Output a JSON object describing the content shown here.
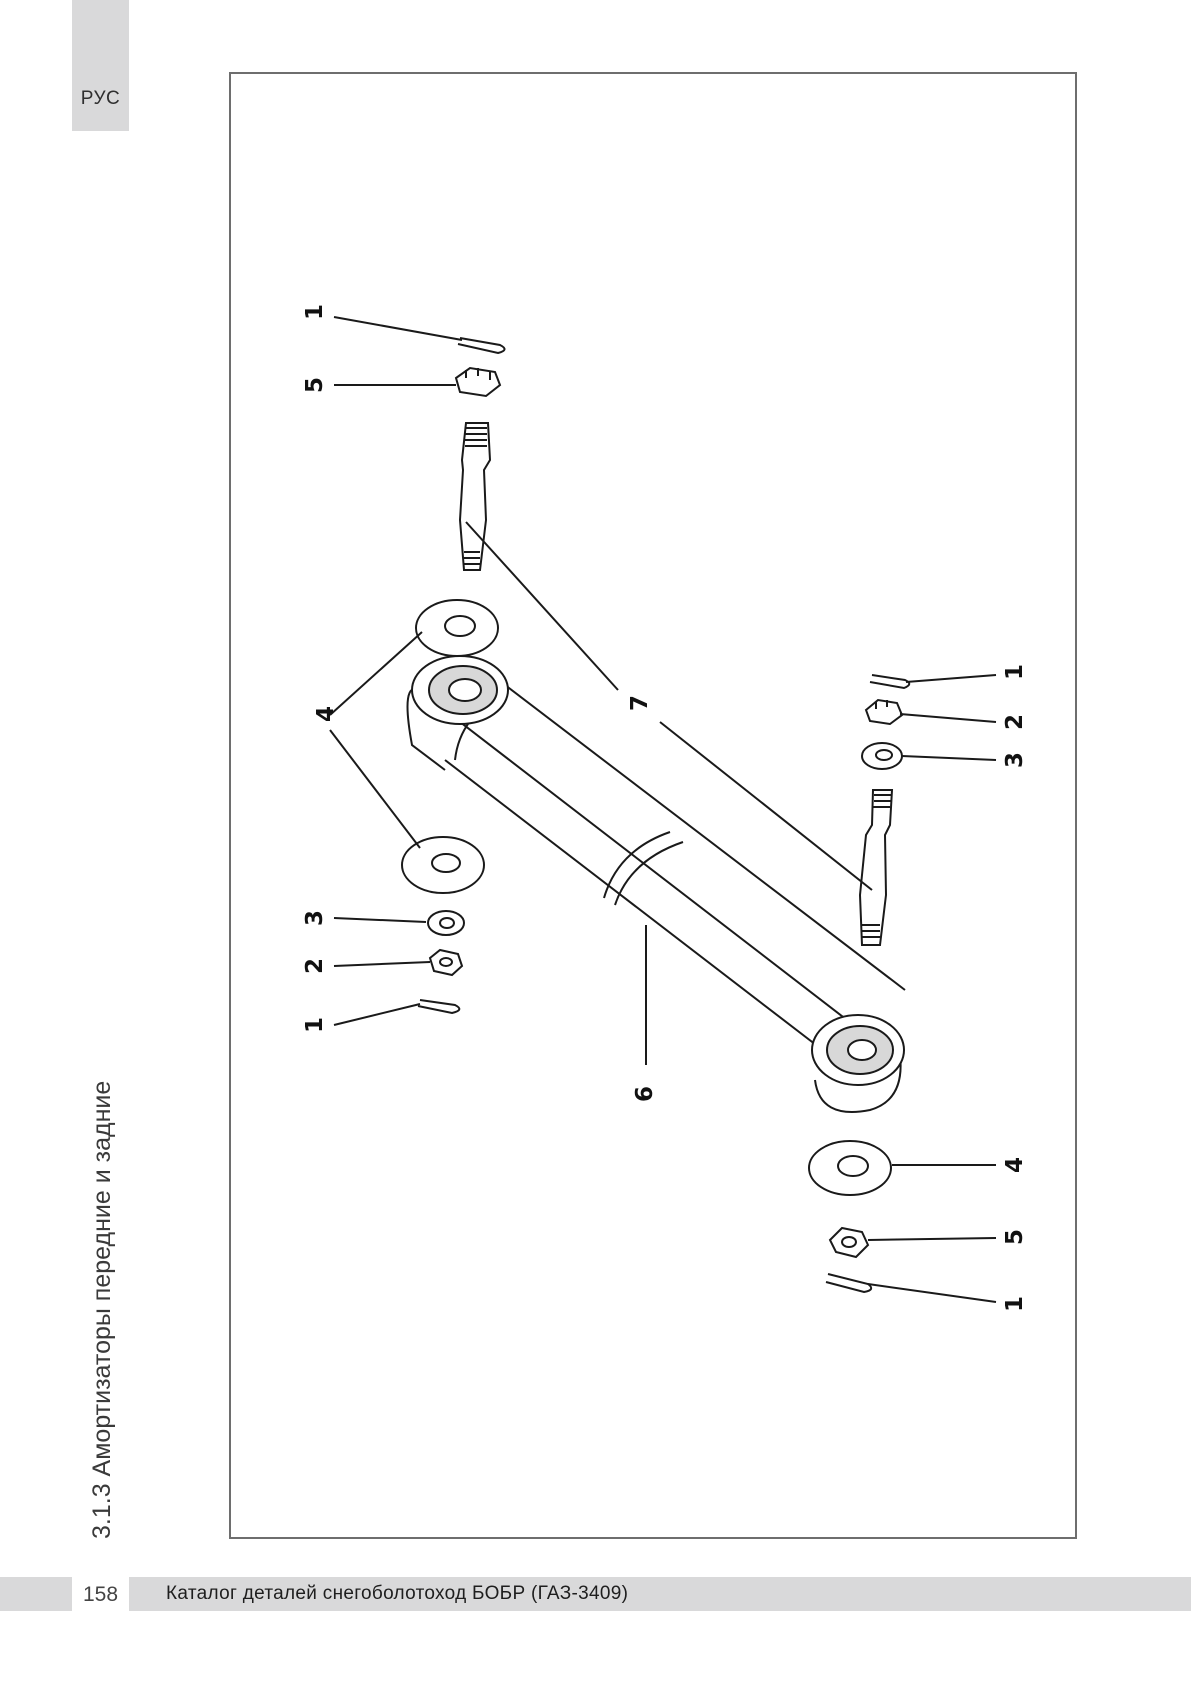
{
  "header": {
    "lang_label": "РУС"
  },
  "section": {
    "title": "3.1.3 Амортизаторы передние и задние"
  },
  "diagram": {
    "callouts": {
      "c1a": "1",
      "c5a": "5",
      "c7": "7",
      "c4a": "4",
      "c1b": "1",
      "c2b": "2",
      "c3b": "3",
      "c3c": "3",
      "c2c": "2",
      "c1c": "1",
      "c6": "6",
      "c4b": "4",
      "c5b": "5",
      "c1d": "1"
    }
  },
  "footer": {
    "page_number": "158",
    "catalog_title": "Каталог деталей снегоболотоход БОБР (ГАЗ-3409)"
  }
}
